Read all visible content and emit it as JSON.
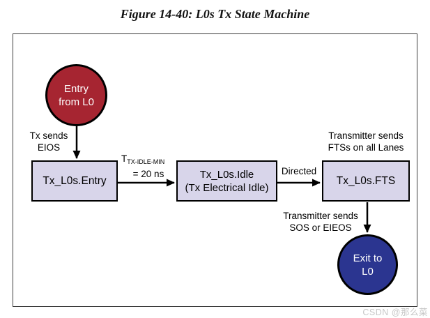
{
  "title": "Figure 14-40: L0s Tx State Machine",
  "diagram": {
    "nodes": {
      "entry_circle": {
        "line1": "Entry",
        "line2": "from L0"
      },
      "entry_box": {
        "label": "Tx_L0s.Entry"
      },
      "idle_box": {
        "line1": "Tx_L0s.Idle",
        "line2": "(Tx Electrical Idle)"
      },
      "fts_box": {
        "label": "Tx_L0s.FTS"
      },
      "exit_circle": {
        "line1": "Exit to",
        "line2": "L0"
      }
    },
    "edges": {
      "entry_to_entrybox": {
        "line1": "Tx sends",
        "line2": "EIOS"
      },
      "entrybox_to_idlebox": {
        "symbol": "T",
        "subscript": "TX-IDLE-MIN",
        "value": "= 20 ns"
      },
      "idlebox_to_ftsbox": {
        "label": "Directed"
      },
      "ftsbox_note": {
        "line1": "Transmitter sends",
        "line2": "FTSs on all Lanes"
      },
      "ftsbox_to_exit": {
        "line1": "Transmitter sends",
        "line2": "SOS or EIEOS"
      }
    },
    "colors": {
      "entry_circle_fill": "#a62531",
      "exit_circle_fill": "#2b3590",
      "state_box_fill": "#d8d5ea",
      "outline": "#000000",
      "frame_border": "#3c3c3c"
    }
  },
  "watermark": "CSDN @那么菜"
}
